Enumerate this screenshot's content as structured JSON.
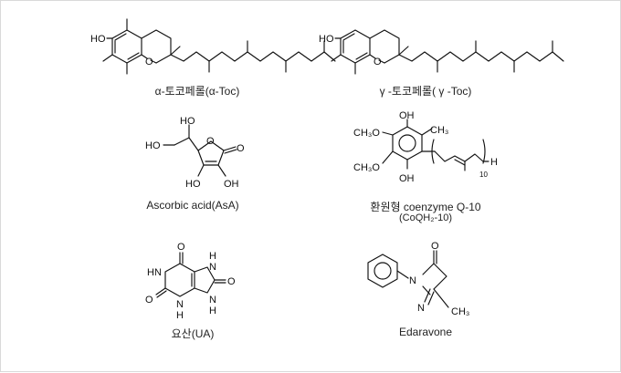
{
  "figure": {
    "structures": [
      {
        "caption": "α-토코페롤(α-Toc)",
        "labels": {
          "ho": "HO",
          "o": "O"
        }
      },
      {
        "caption": "γ -토코페롤( γ -Toc)",
        "labels": {
          "ho": "HO",
          "o": "O"
        }
      },
      {
        "caption": "Ascorbic acid(AsA)",
        "labels": {
          "ho_top": "HO",
          "ho_left": "HO",
          "o_ring": "O",
          "o_carbonyl": "O",
          "ho_bottom": "HO",
          "oh_bottom": "OH"
        }
      },
      {
        "caption": "환원형 coenzyme Q-10",
        "subcaption": "(CoQH₂-10)",
        "labels": {
          "oh_top": "OH",
          "ch3": "CH₃",
          "ch3o_top": "CH₃O",
          "ch3o_bottom": "CH₃O",
          "oh_bottom": "OH",
          "h": "H",
          "n": "10"
        }
      },
      {
        "caption": "요산(UA)",
        "labels": {
          "o_top": "O",
          "hn_left": "HN",
          "h_right": "H",
          "n_right": "N",
          "o_left": "O",
          "n_bottom": "N",
          "h_bottom": "H",
          "n_bottom_right": "N",
          "h_bottom_right": "H",
          "o_right": "O"
        }
      },
      {
        "caption": "Edaravone",
        "labels": {
          "o": "O",
          "n1": "N",
          "n2": "N",
          "ch3": "CH₃"
        }
      }
    ]
  }
}
